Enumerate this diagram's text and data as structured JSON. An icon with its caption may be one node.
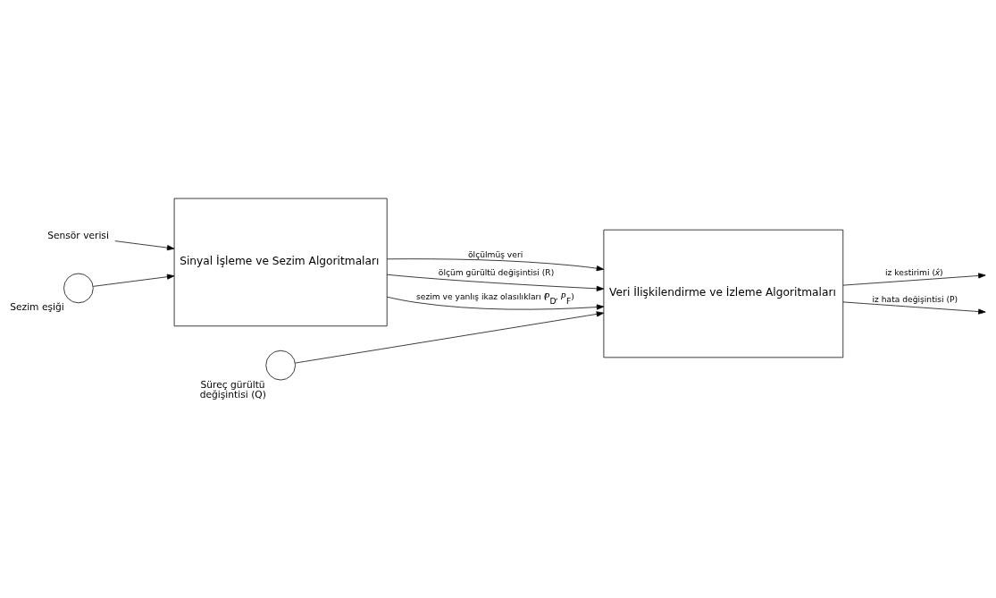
{
  "diagram": {
    "nodes": [
      {
        "text": [
          "Sensör verisi"
        ]
      },
      {
        "text": [],
        "shape": "circle",
        "beside": [
          "Sezim eşiği"
        ]
      },
      {
        "text": [],
        "shape": "circle",
        "beside": [
          "Süreç gürültü",
          "değişintisi (Q)"
        ]
      },
      {
        "text": [
          "Sinyal İşleme ve Sezim Algoritmaları"
        ]
      },
      {
        "text": [
          "Veri İlişkilendirme ve İzleme Algoritmaları"
        ]
      }
    ],
    "edges": [
      {
        "from": 0,
        "to": 3,
        "arrow": "to"
      },
      {
        "from": 1,
        "to": 3,
        "arrow": "to"
      },
      {
        "from": 2,
        "to": 4,
        "arrow": "to"
      },
      {
        "from": 3,
        "to": 4,
        "arrow": "to",
        "label": "ölçülmüş veri"
      },
      {
        "from": 3,
        "to": 4,
        "arrow": "to",
        "label": "ölçüm gürültü değişintisi (R)"
      },
      {
        "from": 3,
        "to": 4,
        "arrow": "to",
        "label": "sezim ve yanlış ikaz olasılıkları (*P*$_{D}$, *P*$_{F}$)"
      },
      {
        "from": 4,
        "to": null,
        "arrow": "to",
        "label": "iz kestirimi (*x̂*)"
      },
      {
        "from": 4,
        "to": null,
        "arrow": "to",
        "label": "iz hata değişintisi (P)"
      }
    ]
  }
}
